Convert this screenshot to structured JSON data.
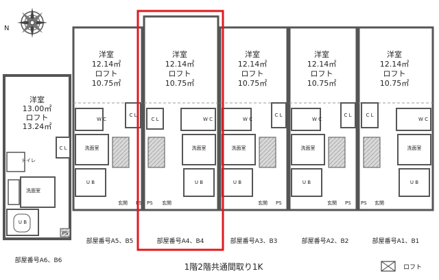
{
  "compass": {
    "north_letter": "N"
  },
  "units": [
    {
      "id": "a6b6",
      "room": "洋室",
      "area": "13.00㎡",
      "loft": "ロフト",
      "loft_area": "13.24㎡",
      "room_label": "部屋番号A6、B6"
    },
    {
      "id": "a5b5",
      "room": "洋室",
      "area": "12.14㎡",
      "loft": "ロフト",
      "loft_area": "10.75㎡",
      "room_label": "部屋番号A5、B5"
    },
    {
      "id": "a4b4",
      "room": "洋室",
      "area": "12.14㎡",
      "loft": "ロフト",
      "loft_area": "10.75㎡",
      "room_label": "部屋番号A4、B4",
      "highlighted": true
    },
    {
      "id": "a3b3",
      "room": "洋室",
      "area": "12.14㎡",
      "loft": "ロフト",
      "loft_area": "10.75㎡",
      "room_label": "部屋番号A3、B3"
    },
    {
      "id": "a2b2",
      "room": "洋室",
      "area": "12.14㎡",
      "loft": "ロフト",
      "loft_area": "10.75㎡",
      "room_label": "部屋番号A2、B2"
    },
    {
      "id": "a1b1",
      "room": "洋室",
      "area": "12.14㎡",
      "loft": "ロフト",
      "loft_area": "10.75㎡",
      "room_label": "部屋番号A1、B1"
    }
  ],
  "fixtures": {
    "wc": "W C",
    "cl": "C L",
    "washroom": "洗面室",
    "entrance": "玄関",
    "ps": "PS",
    "ub": "U B",
    "toilet": "トイレ"
  },
  "footer": {
    "title": "1階2階共通間取り1K",
    "legend_label": "ロフト"
  },
  "colors": {
    "highlight": "#e0191e",
    "wall": "#555555"
  }
}
